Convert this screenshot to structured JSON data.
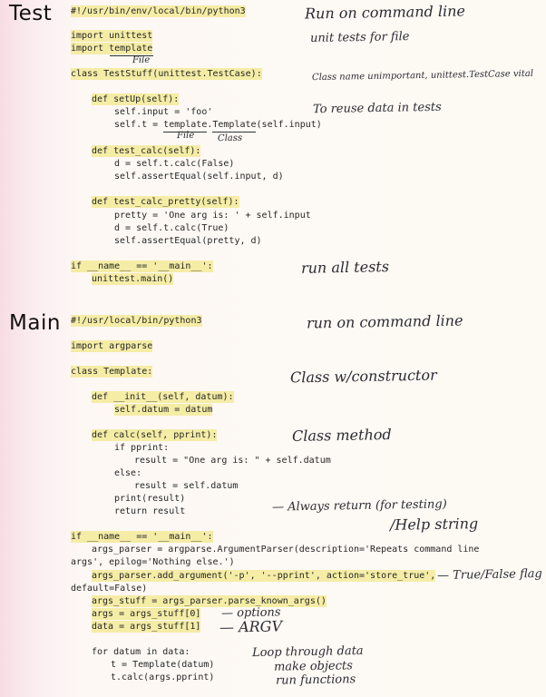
{
  "test": {
    "label": "Test",
    "shebang": "#!/usr/bin/env/local/bin/python3",
    "lines": {
      "import_unittest": "import unittest",
      "import_template": "import template",
      "class_def": "class TestStuff(unittest.TestCase):",
      "setup_def": "def setUp(self):",
      "setup_input": "self.input = 'foo'",
      "setup_t": "self.t = template.Template(self.input)",
      "calc_def": "def test_calc(self):",
      "calc_d": "d = self.t.calc(False)",
      "calc_assert": "self.assertEqual(self.input, d)",
      "pretty_def": "def test_calc_pretty(self):",
      "pretty_pretty": "pretty = 'One arg is: ' + self.input",
      "pretty_d": "d = self.t.calc(True)",
      "pretty_assert": "self.assertEqual(pretty, d)",
      "main_if": "if __name__ == '__main__':",
      "main_call": "unittest.main()"
    },
    "notes": {
      "run": "Run on command line",
      "unit": "unit tests for file",
      "file1": "File",
      "classname": "Class name unimportant, unittest.TestCase vital",
      "reuse": "To reuse data in tests",
      "file2": "File",
      "class2": "Class",
      "runall": "run all tests"
    }
  },
  "main": {
    "label": "Main",
    "shebang": "#!/usr/local/bin/python3",
    "lines": {
      "import_argparse": "import argparse",
      "class_def": "class Template:",
      "init_def": "def __init__(self, datum):",
      "init_body": "self.datum = datum",
      "calc_def": "def calc(self, pprint):",
      "calc_if": "if pprint:",
      "calc_result1": "result = \"One arg is: \" + self.datum",
      "calc_else": "else:",
      "calc_result2": "result = self.datum",
      "calc_print": "print(result)",
      "calc_return": "return result",
      "main_if": "if __name__ == '__main__':",
      "parser1": "args_parser = argparse.ArgumentParser(description='Repeats command line",
      "parser1b": "args', epilog='Nothing else.')",
      "addarg": "args_parser.add_argument('-p', '--pprint', action='store_true',",
      "addarg_b": "default=False)",
      "stuff": "args_stuff = args_parser.parse_known_args()",
      "args": "args = args_stuff[0]",
      "data": "data = args_stuff[1]",
      "for": "for datum in data:",
      "for_t": "t = Template(datum)",
      "for_calc": "t.calc(args.pprint)"
    },
    "notes": {
      "run": "run on command line",
      "constructor": "Class w/constructor",
      "method": "Class method",
      "always": "Always return (for testing)",
      "help": "Help string",
      "truefalse": "True/False flag",
      "options": "options",
      "argv": "ARGV",
      "loop1": "Loop through data",
      "loop2": "make objects",
      "loop3": "run functions"
    }
  }
}
